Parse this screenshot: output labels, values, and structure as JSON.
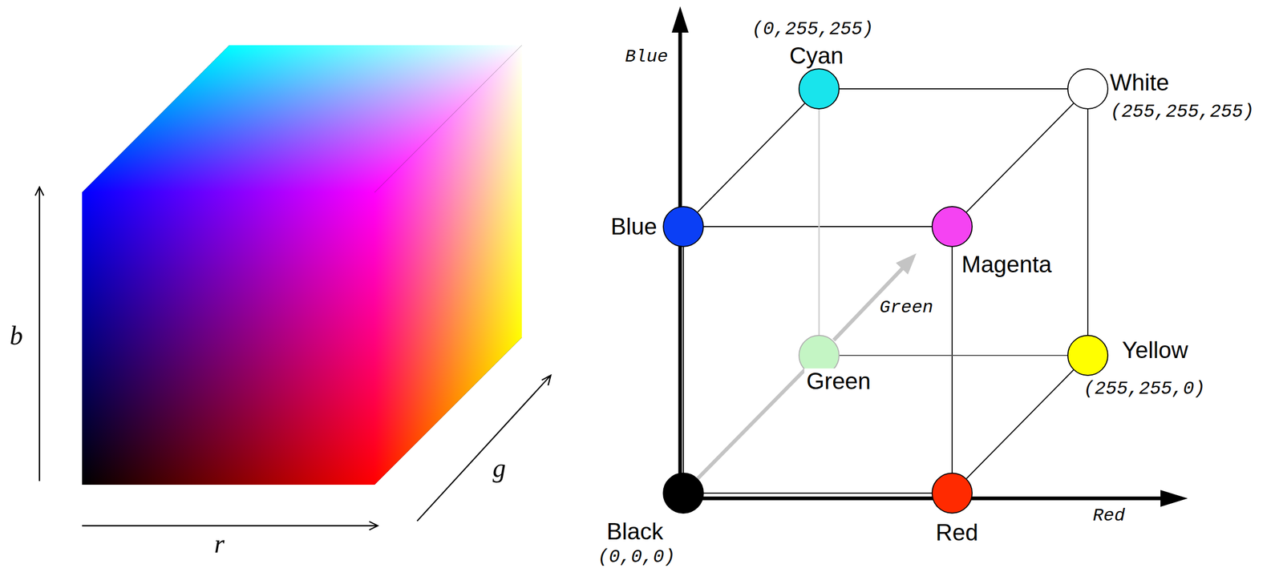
{
  "diagram": {
    "nodes": [
      {
        "text": [
          "(0,255,255)",
          "Cyan"
        ]
      },
      {
        "text": [
          "White",
          "(255,255,255)"
        ]
      },
      {
        "text": [
          "Blue"
        ]
      },
      {
        "text": [
          "Magenta"
        ]
      },
      {
        "text": [
          "Green"
        ]
      },
      {
        "text": [
          "Yellow",
          "(255,255,0)"
        ]
      },
      {
        "text": [
          "Black",
          "(0,0,0)"
        ]
      },
      {
        "text": [
          "Red"
        ]
      }
    ],
    "edges": [
      {
        "from": 6,
        "to": 7,
        "arrow": "none"
      },
      {
        "from": 6,
        "to": 2,
        "arrow": "none"
      },
      {
        "from": 2,
        "to": 0,
        "arrow": "none"
      },
      {
        "from": 2,
        "to": 3,
        "arrow": "none"
      },
      {
        "from": 0,
        "to": 1,
        "arrow": "none"
      },
      {
        "from": 3,
        "to": 1,
        "arrow": "none"
      },
      {
        "from": 7,
        "to": 3,
        "arrow": "none"
      },
      {
        "from": 7,
        "to": 5,
        "arrow": "none"
      },
      {
        "from": 5,
        "to": 1,
        "arrow": "none"
      },
      {
        "from": 0,
        "to": 4,
        "arrow": "none"
      },
      {
        "from": 4,
        "to": 5,
        "arrow": "none"
      },
      {
        "from": 6,
        "to": 4,
        "arrow": "none"
      }
    ],
    "labels": [
      "b",
      "r",
      "g",
      "Blue",
      "Green",
      "Red"
    ]
  }
}
